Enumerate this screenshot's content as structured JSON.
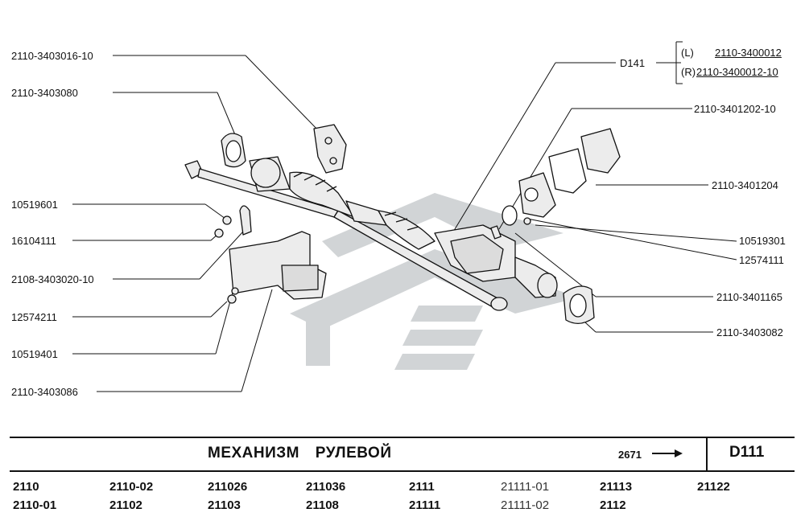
{
  "labels_left": [
    {
      "id": "l1",
      "text": "2110-3403016-10"
    },
    {
      "id": "l2",
      "text": "2110-3403080"
    },
    {
      "id": "l3",
      "text": "10519601"
    },
    {
      "id": "l4",
      "text": "16104111"
    },
    {
      "id": "l5",
      "text": "2108-3403020-10"
    },
    {
      "id": "l6",
      "text": "12574211"
    },
    {
      "id": "l7",
      "text": "10519401"
    },
    {
      "id": "l8",
      "text": "2110-3403086"
    }
  ],
  "labels_right": [
    {
      "id": "r1",
      "text": "D141"
    },
    {
      "id": "r2",
      "text": "2110-3401202-10"
    },
    {
      "id": "r3",
      "text": "2110-3401204"
    },
    {
      "id": "r4",
      "text": "10519301"
    },
    {
      "id": "r5",
      "text": "12574111"
    },
    {
      "id": "r6",
      "text": "2110-3401165"
    },
    {
      "id": "r7",
      "text": "2110-3403082"
    }
  ],
  "variants": {
    "left_tag": "(L)",
    "left_part": "2110-3400012",
    "right_tag": "(R)",
    "right_part": "2110-3400012-10"
  },
  "footer": {
    "title": "МЕХАНИЗМ   РУЛЕВОЙ",
    "ref_page": "2671",
    "code": "D111"
  },
  "models": {
    "row1": [
      "2110",
      "2110-02",
      "211026",
      "211036",
      "2111",
      "21111-01",
      "21113",
      "21122"
    ],
    "row2": [
      "2110-01",
      "21102",
      "21103",
      "21108",
      "21111",
      "21111-02",
      "2112"
    ]
  },
  "colors": {
    "watermark": "#c9cdcf",
    "line": "#111111",
    "part_fill": "#ececec"
  }
}
